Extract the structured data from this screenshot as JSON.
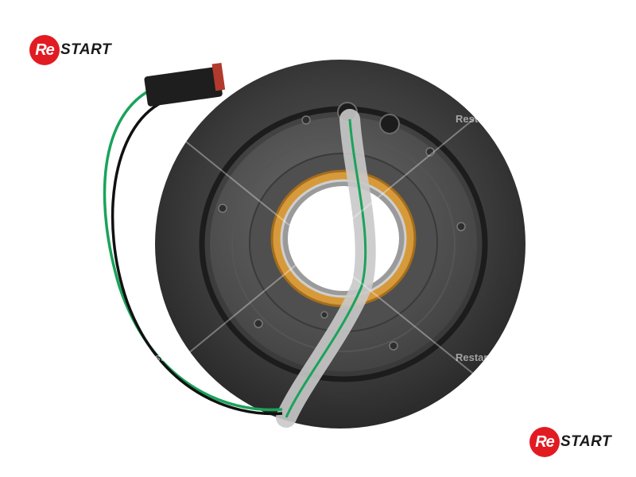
{
  "logo": {
    "badge": "Re",
    "text": "START"
  },
  "watermark": {
    "text": "Restart"
  },
  "colors": {
    "brand_red": "#e21b23",
    "wire_green": "#1aa35a",
    "pulley_dark": "#3a3a3a",
    "bearing_seal": "#d79a3a"
  }
}
